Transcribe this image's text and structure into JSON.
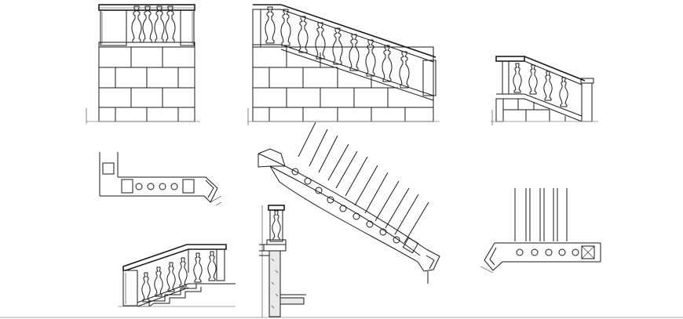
{
  "drawing": {
    "background": "#ffffff",
    "line_color": "#1a1a1a",
    "views": [
      {
        "id": "front-elevation-straight",
        "icon": "balustrade-icon"
      },
      {
        "id": "side-elevation-stair",
        "icon": "balustrade-icon"
      },
      {
        "id": "small-stair-elevation",
        "icon": "balustrade-icon"
      },
      {
        "id": "plan-corner-left",
        "icon": "plan-icon"
      },
      {
        "id": "plan-curved-stair",
        "icon": "plan-icon"
      },
      {
        "id": "plan-corner-right",
        "icon": "plan-icon"
      },
      {
        "id": "stair-perspective",
        "icon": "balustrade-icon"
      },
      {
        "id": "baluster-section",
        "icon": "section-icon"
      }
    ]
  }
}
